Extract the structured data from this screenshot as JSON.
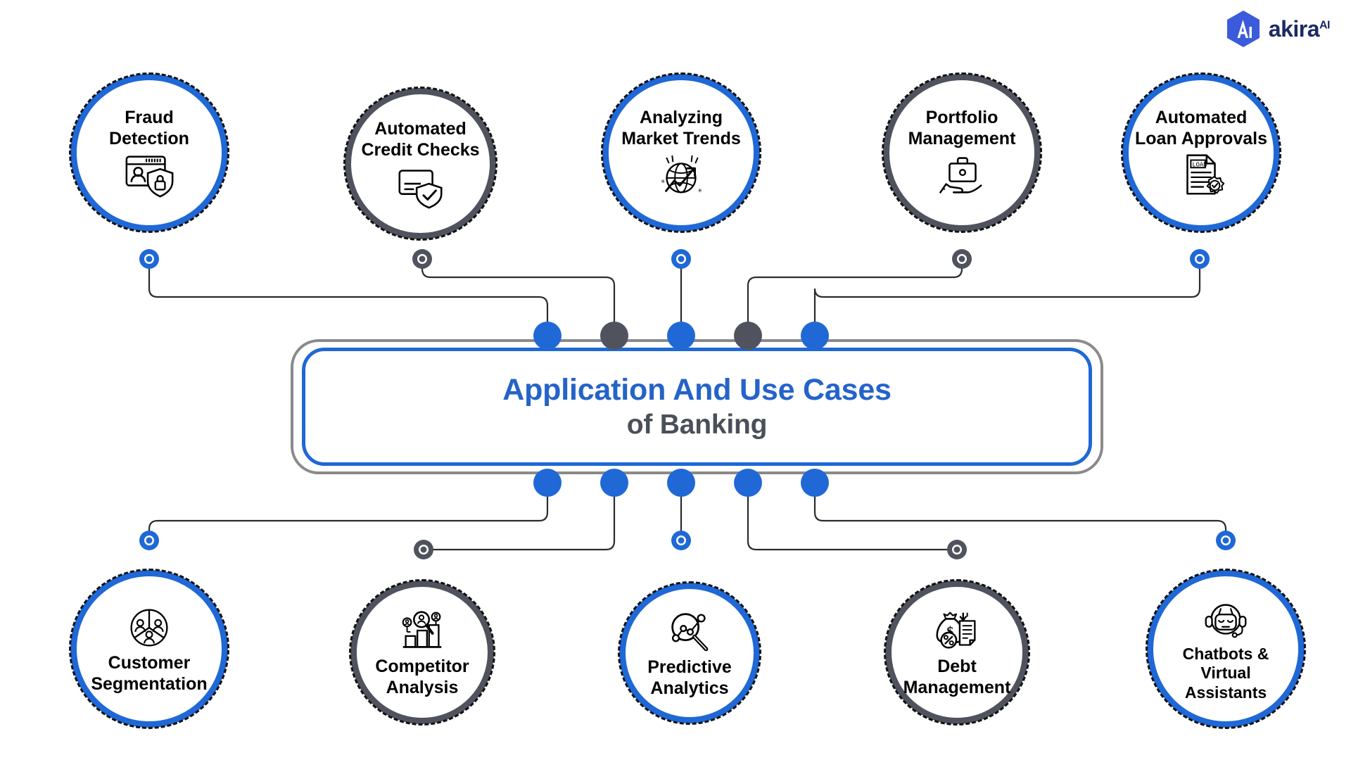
{
  "brand": {
    "name": "akira",
    "superscript": "AI",
    "logo_icon": "akira-hexagon-logo",
    "hex_color": "#3b5bdb",
    "text_color": "#1b2a63"
  },
  "center": {
    "title_line1": "Application And Use Cases",
    "title_line2": "of Banking",
    "line1_color": "#2463c9",
    "line2_color": "#4a4f59",
    "outer_border_color": "#8a8a8a",
    "inner_border_color": "#1f68d6"
  },
  "colors": {
    "blue": "#1f68d6",
    "dark": "#50535e",
    "connector_line": "#2b2b2b",
    "dash_ring": "#111111"
  },
  "top_nodes": [
    {
      "id": "fraud-detection",
      "label_lines": [
        "Fraud",
        "Detection"
      ],
      "theme": "blue",
      "icon": "id-card-lock-shield-icon"
    },
    {
      "id": "automated-credit-checks",
      "label_lines": [
        "Automated",
        "Credit Checks"
      ],
      "theme": "dark",
      "icon": "credit-card-check-shield-icon"
    },
    {
      "id": "analyzing-market-trends",
      "label_lines": [
        "Analyzing",
        "Market Trends"
      ],
      "theme": "blue",
      "icon": "globe-trend-arrow-icon"
    },
    {
      "id": "portfolio-management",
      "label_lines": [
        "Portfolio",
        "Management"
      ],
      "theme": "dark",
      "icon": "hand-briefcase-icon"
    },
    {
      "id": "automated-loan-approvals",
      "label_lines": [
        "Automated",
        "Loan Approvals"
      ],
      "theme": "blue",
      "icon": "loan-document-seal-icon"
    }
  ],
  "bottom_nodes": [
    {
      "id": "customer-segmentation",
      "label_lines": [
        "Customer",
        "Segmentation"
      ],
      "theme": "blue",
      "icon": "segmented-people-circle-icon"
    },
    {
      "id": "competitor-analysis",
      "label_lines": [
        "Competitor",
        "Analysis"
      ],
      "theme": "dark",
      "icon": "people-bar-chart-magnifier-icon"
    },
    {
      "id": "predictive-analytics",
      "label_lines": [
        "Predictive",
        "Analytics"
      ],
      "theme": "blue",
      "icon": "magnifier-network-nodes-icon"
    },
    {
      "id": "debt-management",
      "label_lines": [
        "Debt",
        "Management"
      ],
      "theme": "dark",
      "icon": "money-bag-percent-document-icon"
    },
    {
      "id": "chatbots-virtual-assistants",
      "label_lines": [
        "Chatbots &",
        "Virtual",
        "Assistants"
      ],
      "theme": "blue",
      "icon": "headset-robot-icon"
    }
  ],
  "connector_dots": {
    "top_box_dots": [
      "blue",
      "dark",
      "blue",
      "dark",
      "blue"
    ],
    "bottom_box_dots": [
      "blue",
      "blue",
      "blue",
      "blue",
      "blue"
    ],
    "top_node_rings": [
      "blue",
      "dark",
      "blue",
      "dark",
      "blue"
    ],
    "bottom_node_rings": [
      "blue",
      "dark",
      "blue",
      "dark",
      "blue"
    ]
  }
}
